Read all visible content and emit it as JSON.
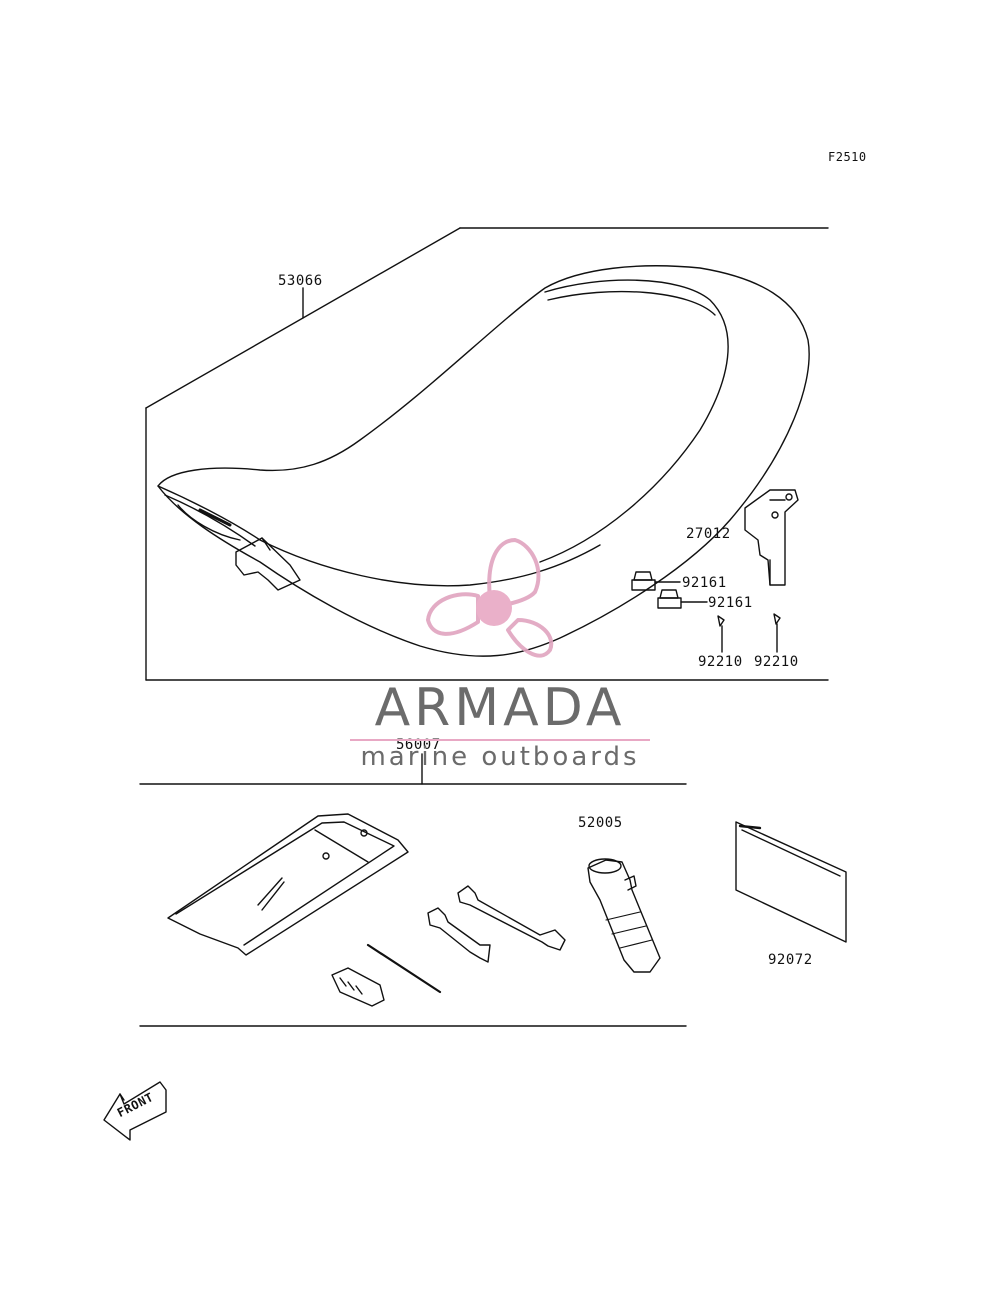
{
  "diagram_code": "F2510",
  "parts": {
    "seat": "53066",
    "bracket": "27012",
    "damper_a": "92161",
    "damper_b": "92161",
    "clip_a": "92210",
    "clip_b": "92210",
    "tool_kit": "56007",
    "pump": "52005",
    "manual": "92072"
  },
  "front_arrow": "FRONT",
  "watermark": {
    "name": "ARMADA",
    "tagline": "marine outboards",
    "accent_color": "#e8a8c4",
    "text_color": "#6b6b6b"
  },
  "colors": {
    "line": "#111111"
  }
}
